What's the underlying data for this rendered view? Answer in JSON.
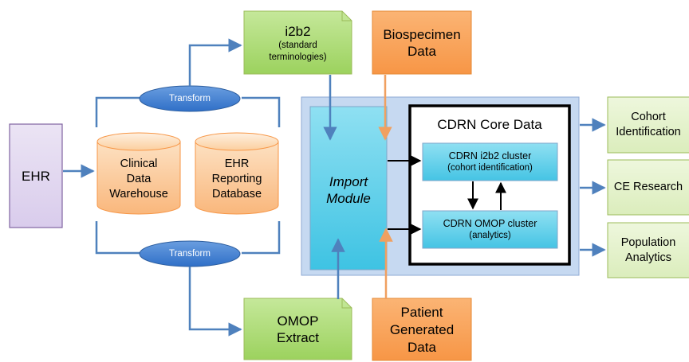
{
  "ehr": {
    "label": "EHR"
  },
  "transform_top": {
    "label": "Transform"
  },
  "transform_bottom": {
    "label": "Transform"
  },
  "clinical_dw": {
    "line1": "Clinical",
    "line2": "Data",
    "line3": "Warehouse"
  },
  "ehr_reporting": {
    "line1": "EHR",
    "line2": "Reporting",
    "line3": "Database"
  },
  "i2b2_doc": {
    "title": "i2b2",
    "sub1": "(standard",
    "sub2": "terminologies)"
  },
  "biospecimen": {
    "line1": "Biospecimen",
    "line2": "Data"
  },
  "import_module": {
    "line1": "Import",
    "line2": "Module"
  },
  "core": {
    "title": "CDRN Core Data"
  },
  "i2b2_cluster": {
    "title": "CDRN i2b2 cluster",
    "sub": "(cohort identification)"
  },
  "omop_cluster": {
    "title": "CDRN OMOP cluster",
    "sub": "(analytics)"
  },
  "omop_extract": {
    "line1": "OMOP",
    "line2": "Extract"
  },
  "patient_generated": {
    "line1": "Patient",
    "line2": "Generated",
    "line3": "Data"
  },
  "outputs": {
    "cohort": {
      "line1": "Cohort",
      "line2": "Identification"
    },
    "ce": {
      "line1": "CE Research"
    },
    "population": {
      "line1": "Population",
      "line2": "Analytics"
    }
  },
  "colors": {
    "purple_fill": "#e4dcf0",
    "purple_stroke": "#8064a2",
    "orange_fill": "#fbc18a",
    "orange_stroke": "#e58a36",
    "green_fill": "#e2f0c8",
    "green_stroke": "#9bbb59",
    "green_bright": "#9fd15f",
    "blue_arrow": "#4f81bd",
    "orange_arrow": "#f0a060",
    "cyan_fill": "#5fd0ea",
    "panel_fill": "#c6d9f1"
  }
}
